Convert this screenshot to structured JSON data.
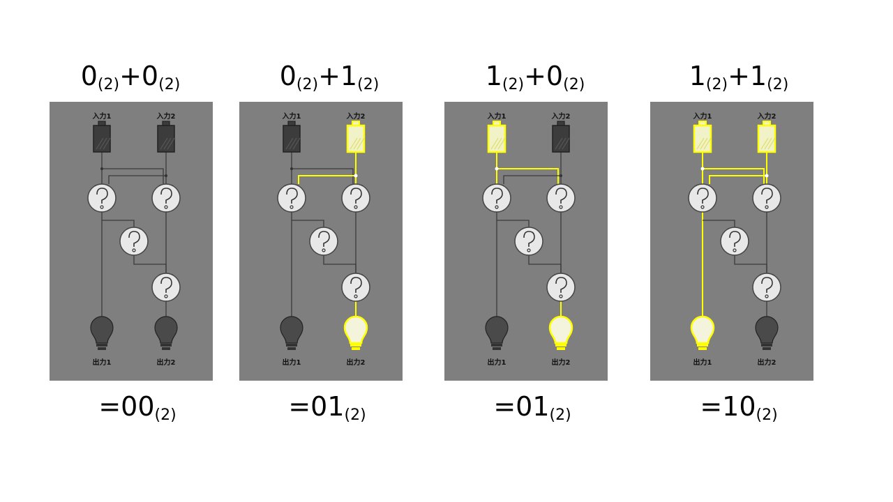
{
  "colors": {
    "panel_bg": "#7f7f7f",
    "wire_off": "#3a3a3a",
    "wire_on": "#ffff00",
    "battery_off": "#3c3c3c",
    "battery_on_fill": "#f2f2c8",
    "bulb_off": "#4a4a4a",
    "bulb_on_fill": "#f4f4dc",
    "gate_fill": "#e8e8e8"
  },
  "icons": [
    "battery-icon",
    "question-gate-icon",
    "light-bulb-icon"
  ],
  "labels": {
    "input1": "入力1",
    "input2": "入力2",
    "output1": "出力1",
    "output2": "出力2"
  },
  "panels": [
    {
      "top_equation": {
        "a": "0",
        "a_base": "(2)",
        "op": "+",
        "b": "0",
        "b_base": "(2)"
      },
      "bottom_equation": {
        "prefix": "=",
        "result": "00",
        "base": "(2)"
      },
      "input1_on": false,
      "input2_on": false,
      "output1_on": false,
      "output2_on": false
    },
    {
      "top_equation": {
        "a": "0",
        "a_base": "(2)",
        "op": "+",
        "b": "1",
        "b_base": "(2)"
      },
      "bottom_equation": {
        "prefix": "=",
        "result": "01",
        "base": "(2)"
      },
      "input1_on": false,
      "input2_on": true,
      "output1_on": false,
      "output2_on": true
    },
    {
      "top_equation": {
        "a": "1",
        "a_base": "(2)",
        "op": "+",
        "b": "0",
        "b_base": "(2)"
      },
      "bottom_equation": {
        "prefix": "=",
        "result": "01",
        "base": "(2)"
      },
      "input1_on": true,
      "input2_on": false,
      "output1_on": false,
      "output2_on": true
    },
    {
      "top_equation": {
        "a": "1",
        "a_base": "(2)",
        "op": "+",
        "b": "1",
        "b_base": "(2)"
      },
      "bottom_equation": {
        "prefix": "=",
        "result": "10",
        "base": "(2)"
      },
      "input1_on": true,
      "input2_on": true,
      "output1_on": true,
      "output2_on": false
    }
  ]
}
